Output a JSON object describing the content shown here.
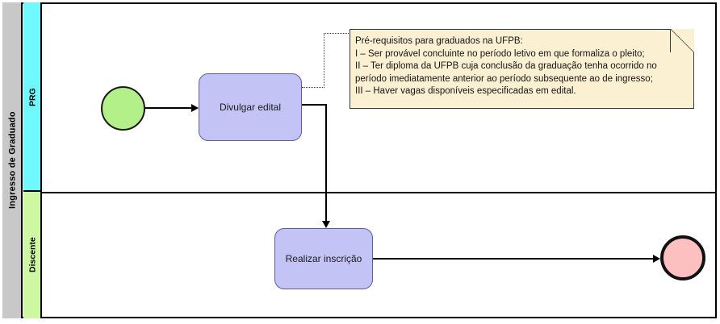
{
  "pool": {
    "title": "Ingresso de Graduado",
    "lanes": [
      {
        "id": "prg",
        "label": "PRG",
        "color": "#6ff9ff"
      },
      {
        "id": "discente",
        "label": "Discente",
        "color": "#cdf7a0"
      }
    ]
  },
  "events": {
    "start": {
      "name": "start-event",
      "color": "#b3f08a"
    },
    "end": {
      "name": "end-event",
      "color": "#fcc0c0"
    }
  },
  "tasks": [
    {
      "id": "divulgar",
      "label": "Divulgar edital",
      "lane": "PRG",
      "color": "#c3c3f5"
    },
    {
      "id": "realizar",
      "label": "Realizar inscrição",
      "lane": "Discente",
      "color": "#c3c3f5"
    }
  ],
  "note": {
    "text": "Pré-requisitos para graduados na UFPB:\nI – Ser provável concluinte no período letivo em que formaliza o pleito;\nII – Ter diploma da UFPB cuja conclusão da graduação tenha ocorrido no\nperíodo imediatamente anterior ao período subsequente ao de ingresso;\nIII – Haver vagas disponíveis especificadas em edital.",
    "color": "#fbf0d1"
  },
  "connectors": [
    {
      "id": "start-to-divulgar",
      "type": "sequence-flow",
      "from": "start-event",
      "to": "Divulgar edital"
    },
    {
      "id": "divulgar-to-realizar",
      "type": "sequence-flow",
      "from": "Divulgar edital",
      "to": "Realizar inscrição"
    },
    {
      "id": "realizar-to-end",
      "type": "sequence-flow",
      "from": "Realizar inscrição",
      "to": "end-event"
    },
    {
      "id": "divulgar-to-note",
      "type": "association",
      "from": "Divulgar edital",
      "to": "note"
    }
  ]
}
